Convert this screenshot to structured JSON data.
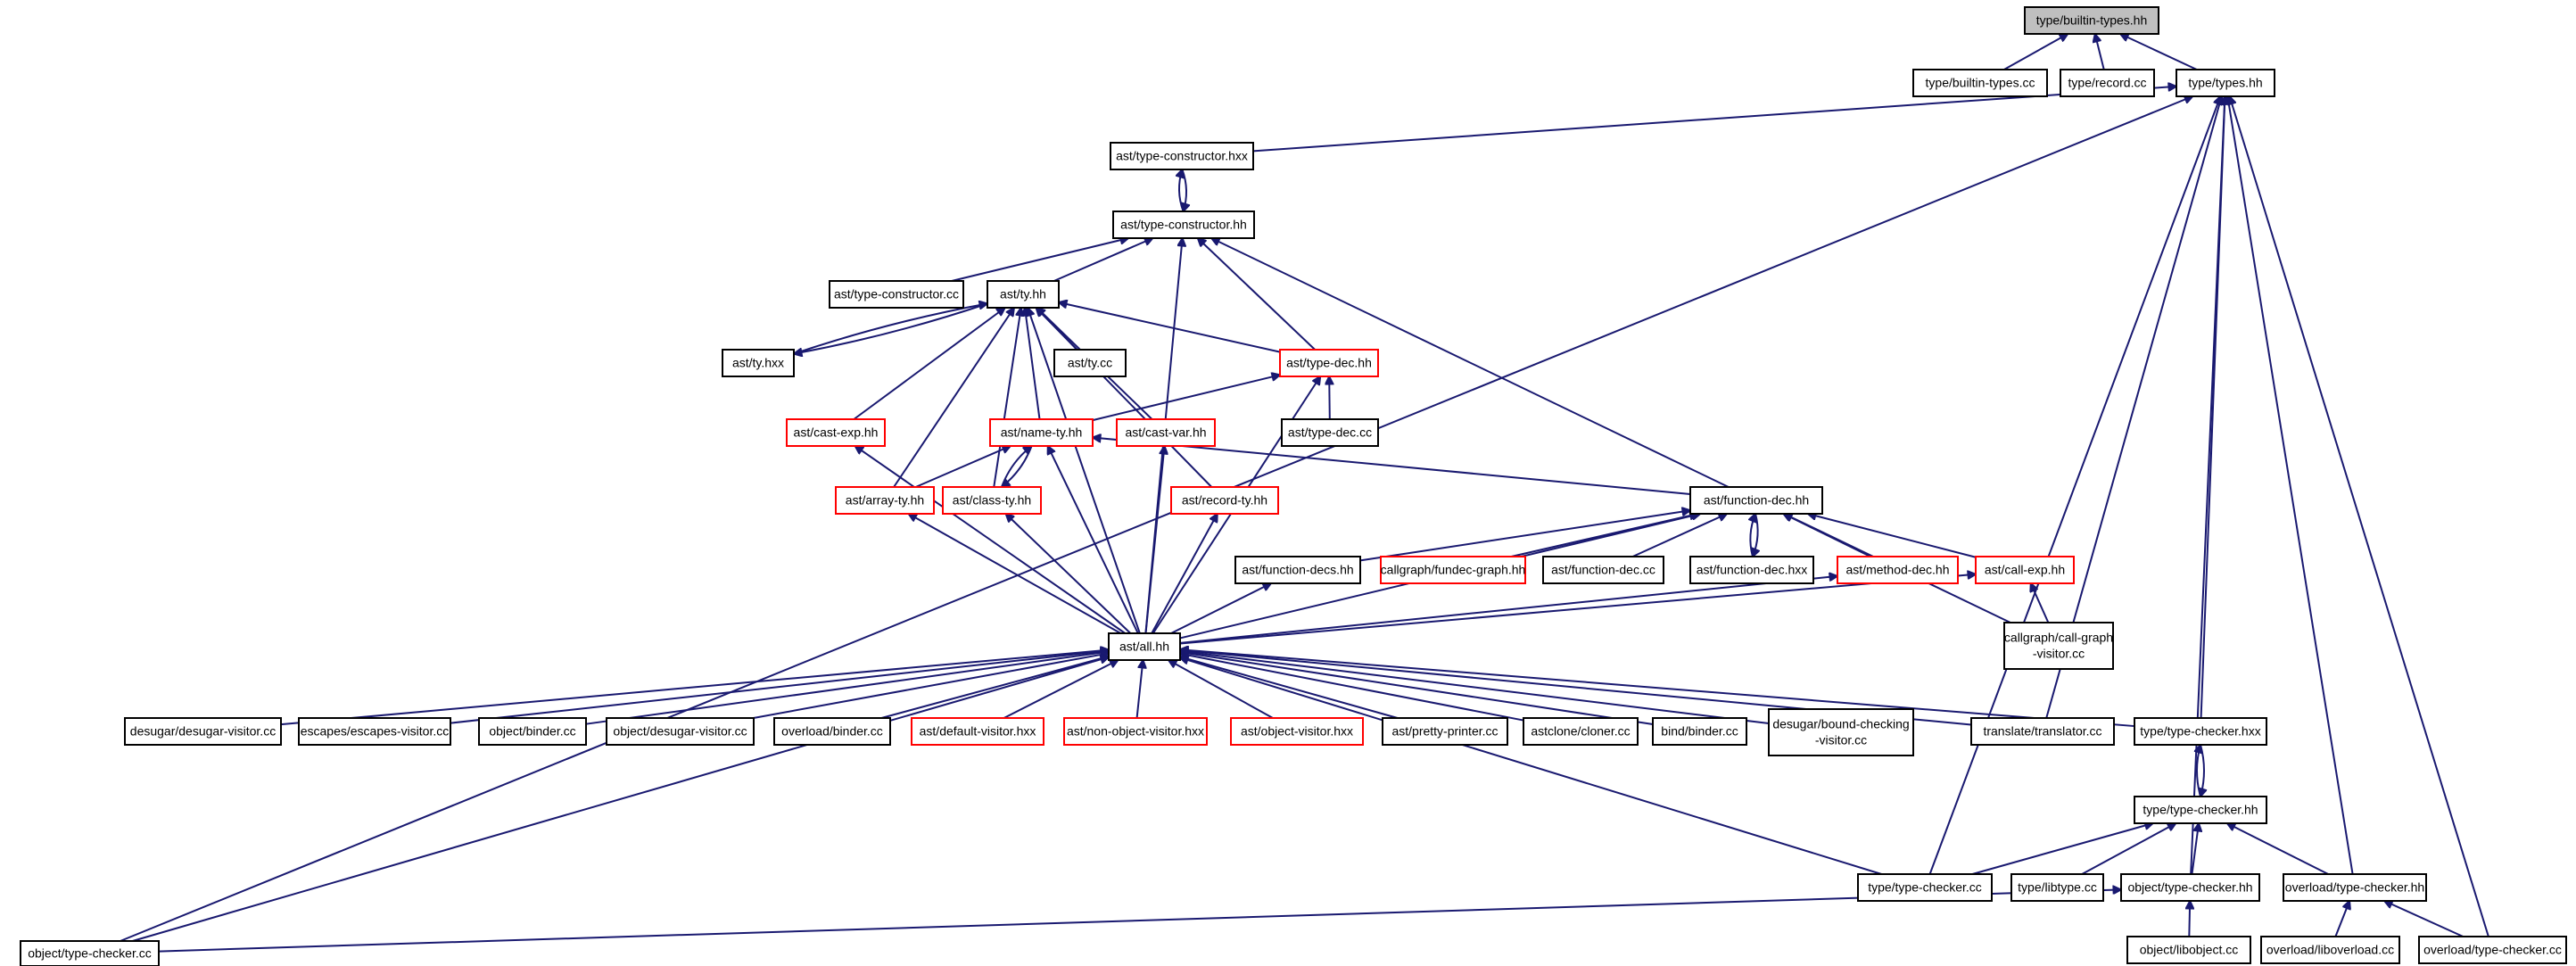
{
  "colors": {
    "edge": "#191970",
    "root_fill": "#bfbfbf",
    "root_border": "#000000",
    "default_border": "#000000",
    "truncated_border": "#ff0000",
    "background": "#ffffff"
  },
  "nodes": [
    {
      "id": "n0",
      "lines": [
        "type/builtin-types.hh"
      ],
      "style": "root"
    },
    {
      "id": "n1",
      "lines": [
        "type/builtin-types.cc"
      ],
      "style": "default"
    },
    {
      "id": "n2",
      "lines": [
        "type/record.cc"
      ],
      "style": "default"
    },
    {
      "id": "n3",
      "lines": [
        "type/types.hh"
      ],
      "style": "default"
    },
    {
      "id": "n4",
      "lines": [
        "ast/type-constructor.hxx"
      ],
      "style": "default"
    },
    {
      "id": "n5",
      "lines": [
        "ast/type-constructor.hh"
      ],
      "style": "default"
    },
    {
      "id": "n6",
      "lines": [
        "ast/type-constructor.cc"
      ],
      "style": "default"
    },
    {
      "id": "n7",
      "lines": [
        "ast/ty.hh"
      ],
      "style": "default"
    },
    {
      "id": "n8",
      "lines": [
        "ast/ty.hxx"
      ],
      "style": "default"
    },
    {
      "id": "n9",
      "lines": [
        "ast/ty.cc"
      ],
      "style": "default"
    },
    {
      "id": "n10",
      "lines": [
        "ast/type-dec.hh"
      ],
      "style": "truncated"
    },
    {
      "id": "n11",
      "lines": [
        "ast/cast-exp.hh"
      ],
      "style": "truncated"
    },
    {
      "id": "n12",
      "lines": [
        "ast/name-ty.hh"
      ],
      "style": "truncated"
    },
    {
      "id": "n13",
      "lines": [
        "ast/cast-var.hh"
      ],
      "style": "truncated"
    },
    {
      "id": "n14",
      "lines": [
        "ast/type-dec.cc"
      ],
      "style": "default"
    },
    {
      "id": "n15",
      "lines": [
        "ast/array-ty.hh"
      ],
      "style": "truncated"
    },
    {
      "id": "n16",
      "lines": [
        "ast/class-ty.hh"
      ],
      "style": "truncated"
    },
    {
      "id": "n17",
      "lines": [
        "ast/record-ty.hh"
      ],
      "style": "truncated"
    },
    {
      "id": "n18",
      "lines": [
        "ast/function-dec.hh"
      ],
      "style": "default"
    },
    {
      "id": "n19",
      "lines": [
        "ast/function-decs.hh"
      ],
      "style": "default"
    },
    {
      "id": "n20",
      "lines": [
        "callgraph/fundec-graph.hh"
      ],
      "style": "truncated"
    },
    {
      "id": "n21",
      "lines": [
        "ast/function-dec.cc"
      ],
      "style": "default"
    },
    {
      "id": "n22",
      "lines": [
        "ast/function-dec.hxx"
      ],
      "style": "default"
    },
    {
      "id": "n23",
      "lines": [
        "ast/method-dec.hh"
      ],
      "style": "truncated"
    },
    {
      "id": "n24",
      "lines": [
        "ast/call-exp.hh"
      ],
      "style": "truncated"
    },
    {
      "id": "n25",
      "lines": [
        "callgraph/call-graph",
        "-visitor.cc"
      ],
      "style": "default"
    },
    {
      "id": "n26",
      "lines": [
        "ast/all.hh"
      ],
      "style": "default"
    },
    {
      "id": "n27",
      "lines": [
        "desugar/desugar-visitor.cc"
      ],
      "style": "default"
    },
    {
      "id": "n28",
      "lines": [
        "escapes/escapes-visitor.cc"
      ],
      "style": "default"
    },
    {
      "id": "n29",
      "lines": [
        "object/binder.cc"
      ],
      "style": "default"
    },
    {
      "id": "n30",
      "lines": [
        "object/desugar-visitor.cc"
      ],
      "style": "default"
    },
    {
      "id": "n31",
      "lines": [
        "overload/binder.cc"
      ],
      "style": "default"
    },
    {
      "id": "n32",
      "lines": [
        "ast/default-visitor.hxx"
      ],
      "style": "truncated"
    },
    {
      "id": "n33",
      "lines": [
        "ast/non-object-visitor.hxx"
      ],
      "style": "truncated"
    },
    {
      "id": "n34",
      "lines": [
        "ast/object-visitor.hxx"
      ],
      "style": "truncated"
    },
    {
      "id": "n35",
      "lines": [
        "ast/pretty-printer.cc"
      ],
      "style": "default"
    },
    {
      "id": "n36",
      "lines": [
        "astclone/cloner.cc"
      ],
      "style": "default"
    },
    {
      "id": "n37",
      "lines": [
        "bind/binder.cc"
      ],
      "style": "default"
    },
    {
      "id": "n38",
      "lines": [
        "desugar/bound-checking",
        "-visitor.cc"
      ],
      "style": "default"
    },
    {
      "id": "n39",
      "lines": [
        "translate/translator.cc"
      ],
      "style": "default"
    },
    {
      "id": "n40",
      "lines": [
        "type/type-checker.hxx"
      ],
      "style": "default"
    },
    {
      "id": "n41",
      "lines": [
        "type/type-checker.hh"
      ],
      "style": "default"
    },
    {
      "id": "n42",
      "lines": [
        "type/type-checker.cc"
      ],
      "style": "default"
    },
    {
      "id": "n43",
      "lines": [
        "type/libtype.cc"
      ],
      "style": "default"
    },
    {
      "id": "n44",
      "lines": [
        "object/type-checker.hh"
      ],
      "style": "default"
    },
    {
      "id": "n45",
      "lines": [
        "overload/type-checker.hh"
      ],
      "style": "default"
    },
    {
      "id": "n46",
      "lines": [
        "object/type-checker.cc"
      ],
      "style": "default"
    },
    {
      "id": "n47",
      "lines": [
        "object/libobject.cc"
      ],
      "style": "default"
    },
    {
      "id": "n48",
      "lines": [
        "overload/liboverload.cc"
      ],
      "style": "default"
    },
    {
      "id": "n49",
      "lines": [
        "overload/type-checker.cc"
      ],
      "style": "default"
    }
  ],
  "edges": [
    [
      "n0",
      "n1"
    ],
    [
      "n0",
      "n2"
    ],
    [
      "n0",
      "n3"
    ],
    [
      "n3",
      "n4"
    ],
    [
      "n3",
      "n46"
    ],
    [
      "n3",
      "n42"
    ],
    [
      "n3",
      "n39"
    ],
    [
      "n3",
      "n40"
    ],
    [
      "n3",
      "n44"
    ],
    [
      "n3",
      "n45"
    ],
    [
      "n3",
      "n49"
    ],
    [
      "n4",
      "n5"
    ],
    [
      "n5",
      "n4"
    ],
    [
      "n5",
      "n6"
    ],
    [
      "n5",
      "n7"
    ],
    [
      "n5",
      "n10"
    ],
    [
      "n5",
      "n18"
    ],
    [
      "n5",
      "n26"
    ],
    [
      "n7",
      "n8"
    ],
    [
      "n8",
      "n7"
    ],
    [
      "n7",
      "n9"
    ],
    [
      "n7",
      "n10"
    ],
    [
      "n7",
      "n11"
    ],
    [
      "n7",
      "n12"
    ],
    [
      "n7",
      "n13"
    ],
    [
      "n7",
      "n15"
    ],
    [
      "n7",
      "n16"
    ],
    [
      "n7",
      "n17"
    ],
    [
      "n7",
      "n26"
    ],
    [
      "n10",
      "n12"
    ],
    [
      "n10",
      "n14"
    ],
    [
      "n10",
      "n26"
    ],
    [
      "n11",
      "n26"
    ],
    [
      "n12",
      "n15"
    ],
    [
      "n12",
      "n16"
    ],
    [
      "n16",
      "n12"
    ],
    [
      "n12",
      "n18"
    ],
    [
      "n12",
      "n26"
    ],
    [
      "n13",
      "n26"
    ],
    [
      "n15",
      "n26"
    ],
    [
      "n16",
      "n26"
    ],
    [
      "n17",
      "n26"
    ],
    [
      "n18",
      "n19"
    ],
    [
      "n18",
      "n20"
    ],
    [
      "n18",
      "n21"
    ],
    [
      "n18",
      "n22"
    ],
    [
      "n22",
      "n18"
    ],
    [
      "n18",
      "n23"
    ],
    [
      "n18",
      "n24"
    ],
    [
      "n18",
      "n25"
    ],
    [
      "n18",
      "n26"
    ],
    [
      "n19",
      "n26"
    ],
    [
      "n23",
      "n26"
    ],
    [
      "n24",
      "n26"
    ],
    [
      "n24",
      "n25"
    ],
    [
      "n26",
      "n27"
    ],
    [
      "n26",
      "n28"
    ],
    [
      "n26",
      "n29"
    ],
    [
      "n26",
      "n30"
    ],
    [
      "n26",
      "n31"
    ],
    [
      "n26",
      "n32"
    ],
    [
      "n26",
      "n33"
    ],
    [
      "n26",
      "n34"
    ],
    [
      "n26",
      "n35"
    ],
    [
      "n26",
      "n36"
    ],
    [
      "n26",
      "n37"
    ],
    [
      "n26",
      "n38"
    ],
    [
      "n26",
      "n39"
    ],
    [
      "n26",
      "n40"
    ],
    [
      "n26",
      "n42"
    ],
    [
      "n26",
      "n46"
    ],
    [
      "n40",
      "n41"
    ],
    [
      "n41",
      "n40"
    ],
    [
      "n41",
      "n42"
    ],
    [
      "n41",
      "n43"
    ],
    [
      "n41",
      "n44"
    ],
    [
      "n41",
      "n45"
    ],
    [
      "n44",
      "n46"
    ],
    [
      "n44",
      "n47"
    ],
    [
      "n45",
      "n48"
    ],
    [
      "n45",
      "n49"
    ]
  ]
}
